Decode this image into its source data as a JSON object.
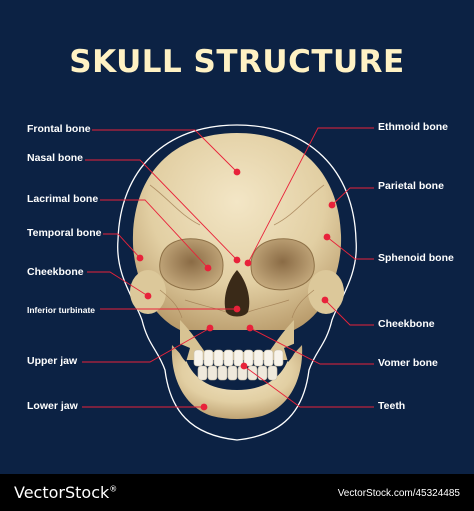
{
  "title": "SKULL STRUCTURE",
  "colors": {
    "background": "#0c2244",
    "title": "#fff2c4",
    "marker": "#e8223a",
    "leader_line": "#e8223a",
    "bone": "#e8d7b0",
    "outline": "#ffffff"
  },
  "labels_left": [
    "Frontal bone",
    "Nasal bone",
    "Lacrimal bone",
    "Temporal bone",
    "Cheekbone",
    "Inferior turbinate",
    "Upper jaw",
    "Lower jaw"
  ],
  "labels_right": [
    "Ethmoid bone",
    "Parietal bone",
    "Sphenoid bone",
    "Cheekbone",
    "Vomer bone",
    "Teeth"
  ],
  "footer": {
    "brand": "VectorStock",
    "registered_mark": "®",
    "stock_id": "VectorStock.com/45324485"
  }
}
